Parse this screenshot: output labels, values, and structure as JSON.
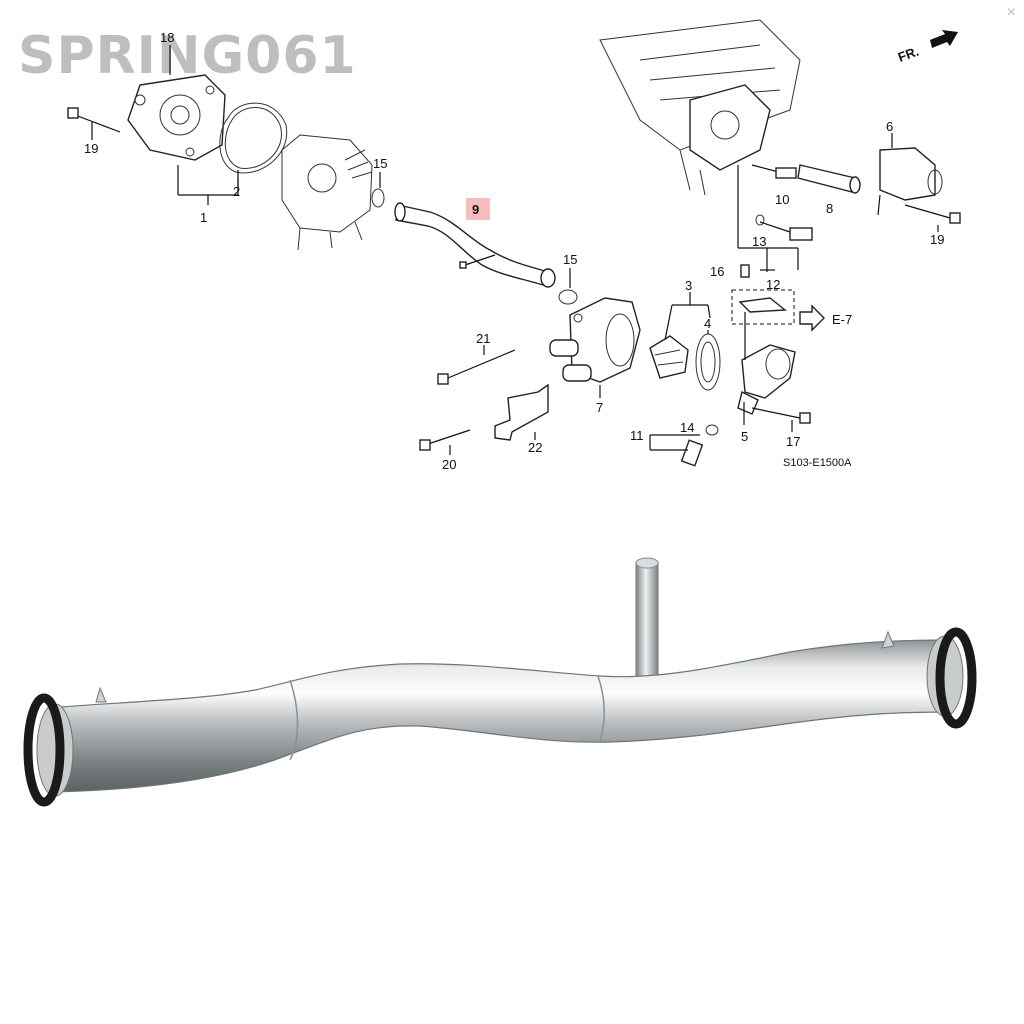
{
  "watermark": "SPRING061",
  "close_glyph": "×",
  "diagram": {
    "code": "S103-E1500A",
    "front_marker": "FR.",
    "ref_text": "E-7",
    "highlight_label": "9",
    "highlight_color": "#f4a6a6",
    "callouts": {
      "c1": "1",
      "c2": "2",
      "c3": "3",
      "c4": "4",
      "c5": "5",
      "c6": "6",
      "c7": "7",
      "c8": "8",
      "c9": "9",
      "c10": "10",
      "c11": "11",
      "c12": "12",
      "c13": "13",
      "c14": "14",
      "c15a": "15",
      "c15b": "15",
      "c16": "16",
      "c17": "17",
      "c18": "18",
      "c19a": "19",
      "c19b": "19",
      "c20": "20",
      "c21": "21",
      "c22": "22"
    }
  },
  "photo": {
    "subject": "water-bypass-pipe",
    "metal_color": "#c8cbcd",
    "seal_color": "#1a1a1a"
  }
}
